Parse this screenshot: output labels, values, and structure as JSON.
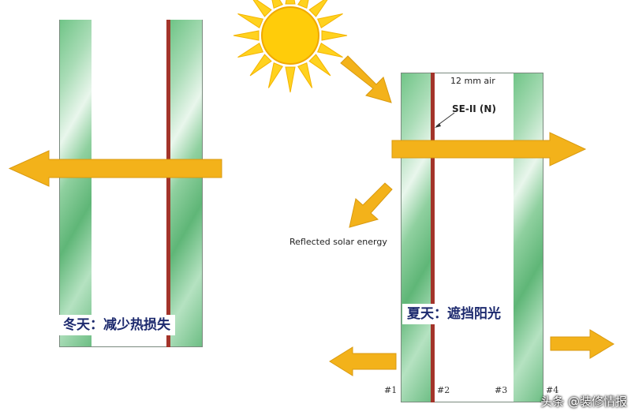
{
  "winter_caption": "冬天：减少热损失",
  "summer_caption": "夏天：遮挡阳光",
  "air_gap_label": "12 mm air",
  "coating_label": "SE-II (N)",
  "reflected_label": "Reflected solar energy",
  "surfaces": [
    "#1",
    "#2",
    "#3",
    "#4"
  ],
  "watermark": "头条 @装修情报",
  "colors": {
    "glass_green": "#6fc486",
    "coating": "#a3342a",
    "arrow": "#f3b21a",
    "sun": "#ffd21f",
    "caption_text": "#1d2a6e"
  }
}
